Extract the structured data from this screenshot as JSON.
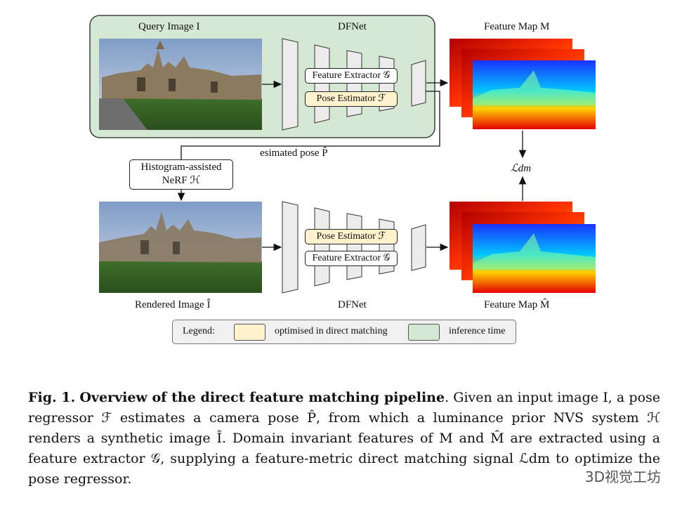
{
  "diagram": {
    "query_image_label": "Query Image I",
    "dfnet_top_label": "DFNet",
    "feature_extractor_top": "Feature Extractor 𝒢",
    "pose_estimator_top": "Pose Estimator ℱ",
    "feature_map_top_label": "Feature Map M",
    "estimated_pose_label": "esimated pose P̂",
    "histogram_box_line1": "Histogram-assisted",
    "histogram_box_line2": "NeRF ℋ",
    "loss_label": "ℒdm",
    "rendered_image_label": "Rendered Image Î",
    "dfnet_bottom_label": "DFNet",
    "pose_estimator_bottom": "Pose Estimator ℱ",
    "feature_extractor_bottom": "Feature Extractor 𝒢",
    "feature_map_bottom_label": "Feature Map M̂"
  },
  "legend": {
    "title": "Legend:",
    "item1_label": "optimised in direct matching",
    "item1_color": "#fff2cc",
    "item2_label": "inference time",
    "item2_color": "#d5e8d4"
  },
  "caption": {
    "fig_label": "Fig. 1.",
    "title": "Overview of the direct feature matching pipeline",
    "text": ". Given an input image I, a pose regressor ℱ estimates a camera pose P̂, from which a luminance prior NVS system ℋ renders a synthetic image Î. Domain invariant features of M and M̂ are extracted using a feature extractor 𝒢, supplying a feature-metric direct matching signal ℒdm to optimize the pose regressor."
  },
  "watermark": "3D视觉工坊",
  "colors": {
    "inference_bg": "#d5e8d4",
    "optimised_bg": "#fff2cc"
  }
}
